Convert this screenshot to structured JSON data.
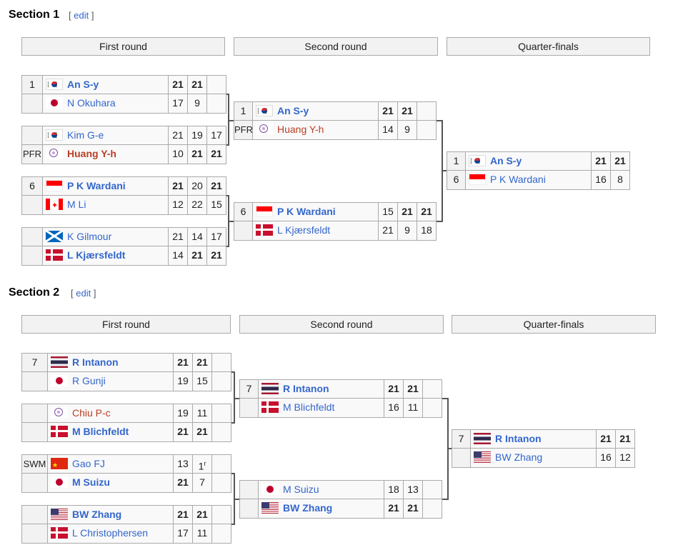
{
  "sections": [
    {
      "title": "Section 1",
      "edit_label": "edit",
      "rounds": [
        "First round",
        "Second round",
        "Quarter-finals"
      ],
      "first_round": [
        {
          "p1": {
            "seed": "1",
            "flag": "kr-flag",
            "name": "An S-y",
            "scores": [
              "21",
              "21",
              ""
            ],
            "winner": true
          },
          "p2": {
            "seed": "",
            "flag": "jp-flag",
            "name": "N Okuhara",
            "scores": [
              "17",
              "9",
              ""
            ]
          }
        },
        {
          "p1": {
            "seed": "",
            "flag": "kr-flag",
            "name": "Kim G-e",
            "scores": [
              "21",
              "19",
              "17"
            ]
          },
          "p2": {
            "seed": "PFR",
            "flag": "tpe-flag",
            "name": "Huang Y-h",
            "scores": [
              "10",
              "21",
              "21"
            ],
            "winner": true
          }
        },
        {
          "p1": {
            "seed": "6",
            "flag": "id-flag",
            "name": "P K Wardani",
            "scores": [
              "21",
              "20",
              "21"
            ],
            "winner": true
          },
          "p2": {
            "seed": "",
            "flag": "ca-flag",
            "name": "M Li",
            "scores": [
              "12",
              "22",
              "15"
            ]
          }
        },
        {
          "p1": {
            "seed": "",
            "flag": "sco-flag",
            "name": "K Gilmour",
            "scores": [
              "21",
              "14",
              "17"
            ]
          },
          "p2": {
            "seed": "",
            "flag": "dk-flag",
            "name": "L Kjærsfeldt",
            "scores": [
              "14",
              "21",
              "21"
            ],
            "winner": true
          }
        }
      ],
      "second_round": [
        {
          "p1": {
            "seed": "1",
            "flag": "kr-flag",
            "name": "An S-y",
            "scores": [
              "21",
              "21",
              ""
            ],
            "winner": true
          },
          "p2": {
            "seed": "PFR",
            "flag": "tpe-flag",
            "name": "Huang Y-h",
            "scores": [
              "14",
              "9",
              ""
            ]
          }
        },
        {
          "p1": {
            "seed": "6",
            "flag": "id-flag",
            "name": "P K Wardani",
            "scores": [
              "15",
              "21",
              "21"
            ],
            "winner": true
          },
          "p2": {
            "seed": "",
            "flag": "dk-flag",
            "name": "L Kjærsfeldt",
            "scores": [
              "21",
              "9",
              "18"
            ]
          }
        }
      ],
      "quarter_final": {
        "p1": {
          "seed": "1",
          "flag": "kr-flag",
          "name": "An S-y",
          "scores": [
            "21",
            "21"
          ],
          "winner": true
        },
        "p2": {
          "seed": "6",
          "flag": "id-flag",
          "name": "P K Wardani",
          "scores": [
            "16",
            "8"
          ]
        }
      }
    },
    {
      "title": "Section 2",
      "edit_label": "edit",
      "rounds": [
        "First round",
        "Second round",
        "Quarter-finals"
      ],
      "first_round": [
        {
          "p1": {
            "seed": "7",
            "flag": "th-flag",
            "name": "R Intanon",
            "scores": [
              "21",
              "21",
              ""
            ],
            "winner": true
          },
          "p2": {
            "seed": "",
            "flag": "jp-flag",
            "name": "R Gunji",
            "scores": [
              "19",
              "15",
              ""
            ]
          }
        },
        {
          "p1": {
            "seed": "",
            "flag": "tpe-flag",
            "name": "Chiu P-c",
            "scores": [
              "19",
              "11",
              ""
            ]
          },
          "p2": {
            "seed": "",
            "flag": "dk-flag",
            "name": "M Blichfeldt",
            "scores": [
              "21",
              "21",
              ""
            ],
            "winner": true
          }
        },
        {
          "p1": {
            "seed": "SWM",
            "flag": "cn-flag",
            "name": "Gao FJ",
            "scores": [
              "13",
              "1",
              ""
            ],
            "retired_mark": "r"
          },
          "p2": {
            "seed": "",
            "flag": "jp-flag",
            "name": "M Suizu",
            "scores": [
              "21",
              "7",
              ""
            ],
            "winner": true
          }
        },
        {
          "p1": {
            "seed": "",
            "flag": "us-flag",
            "name": "BW Zhang",
            "scores": [
              "21",
              "21",
              ""
            ],
            "winner": true
          },
          "p2": {
            "seed": "",
            "flag": "dk-flag",
            "name": "L Christophersen",
            "scores": [
              "17",
              "11",
              ""
            ]
          }
        }
      ],
      "second_round": [
        {
          "p1": {
            "seed": "7",
            "flag": "th-flag",
            "name": "R Intanon",
            "scores": [
              "21",
              "21",
              ""
            ],
            "winner": true
          },
          "p2": {
            "seed": "",
            "flag": "dk-flag",
            "name": "M Blichfeldt",
            "scores": [
              "16",
              "11",
              ""
            ]
          }
        },
        {
          "p1": {
            "seed": "",
            "flag": "jp-flag",
            "name": "M Suizu",
            "scores": [
              "18",
              "13",
              ""
            ]
          },
          "p2": {
            "seed": "",
            "flag": "us-flag",
            "name": "BW Zhang",
            "scores": [
              "21",
              "21",
              ""
            ],
            "winner": true
          }
        }
      ],
      "quarter_final": {
        "p1": {
          "seed": "7",
          "flag": "th-flag",
          "name": "R Intanon",
          "scores": [
            "21",
            "21"
          ],
          "winner": true
        },
        "p2": {
          "seed": "",
          "flag": "us-flag",
          "name": "BW Zhang",
          "scores": [
            "16",
            "12"
          ]
        }
      }
    }
  ],
  "colors": {
    "link": "#3366cc",
    "red_link": "#ba3f24",
    "header_bg": "#f2f2f2",
    "cell_bg": "#f9f9f9",
    "border": "#aaaaaa"
  }
}
